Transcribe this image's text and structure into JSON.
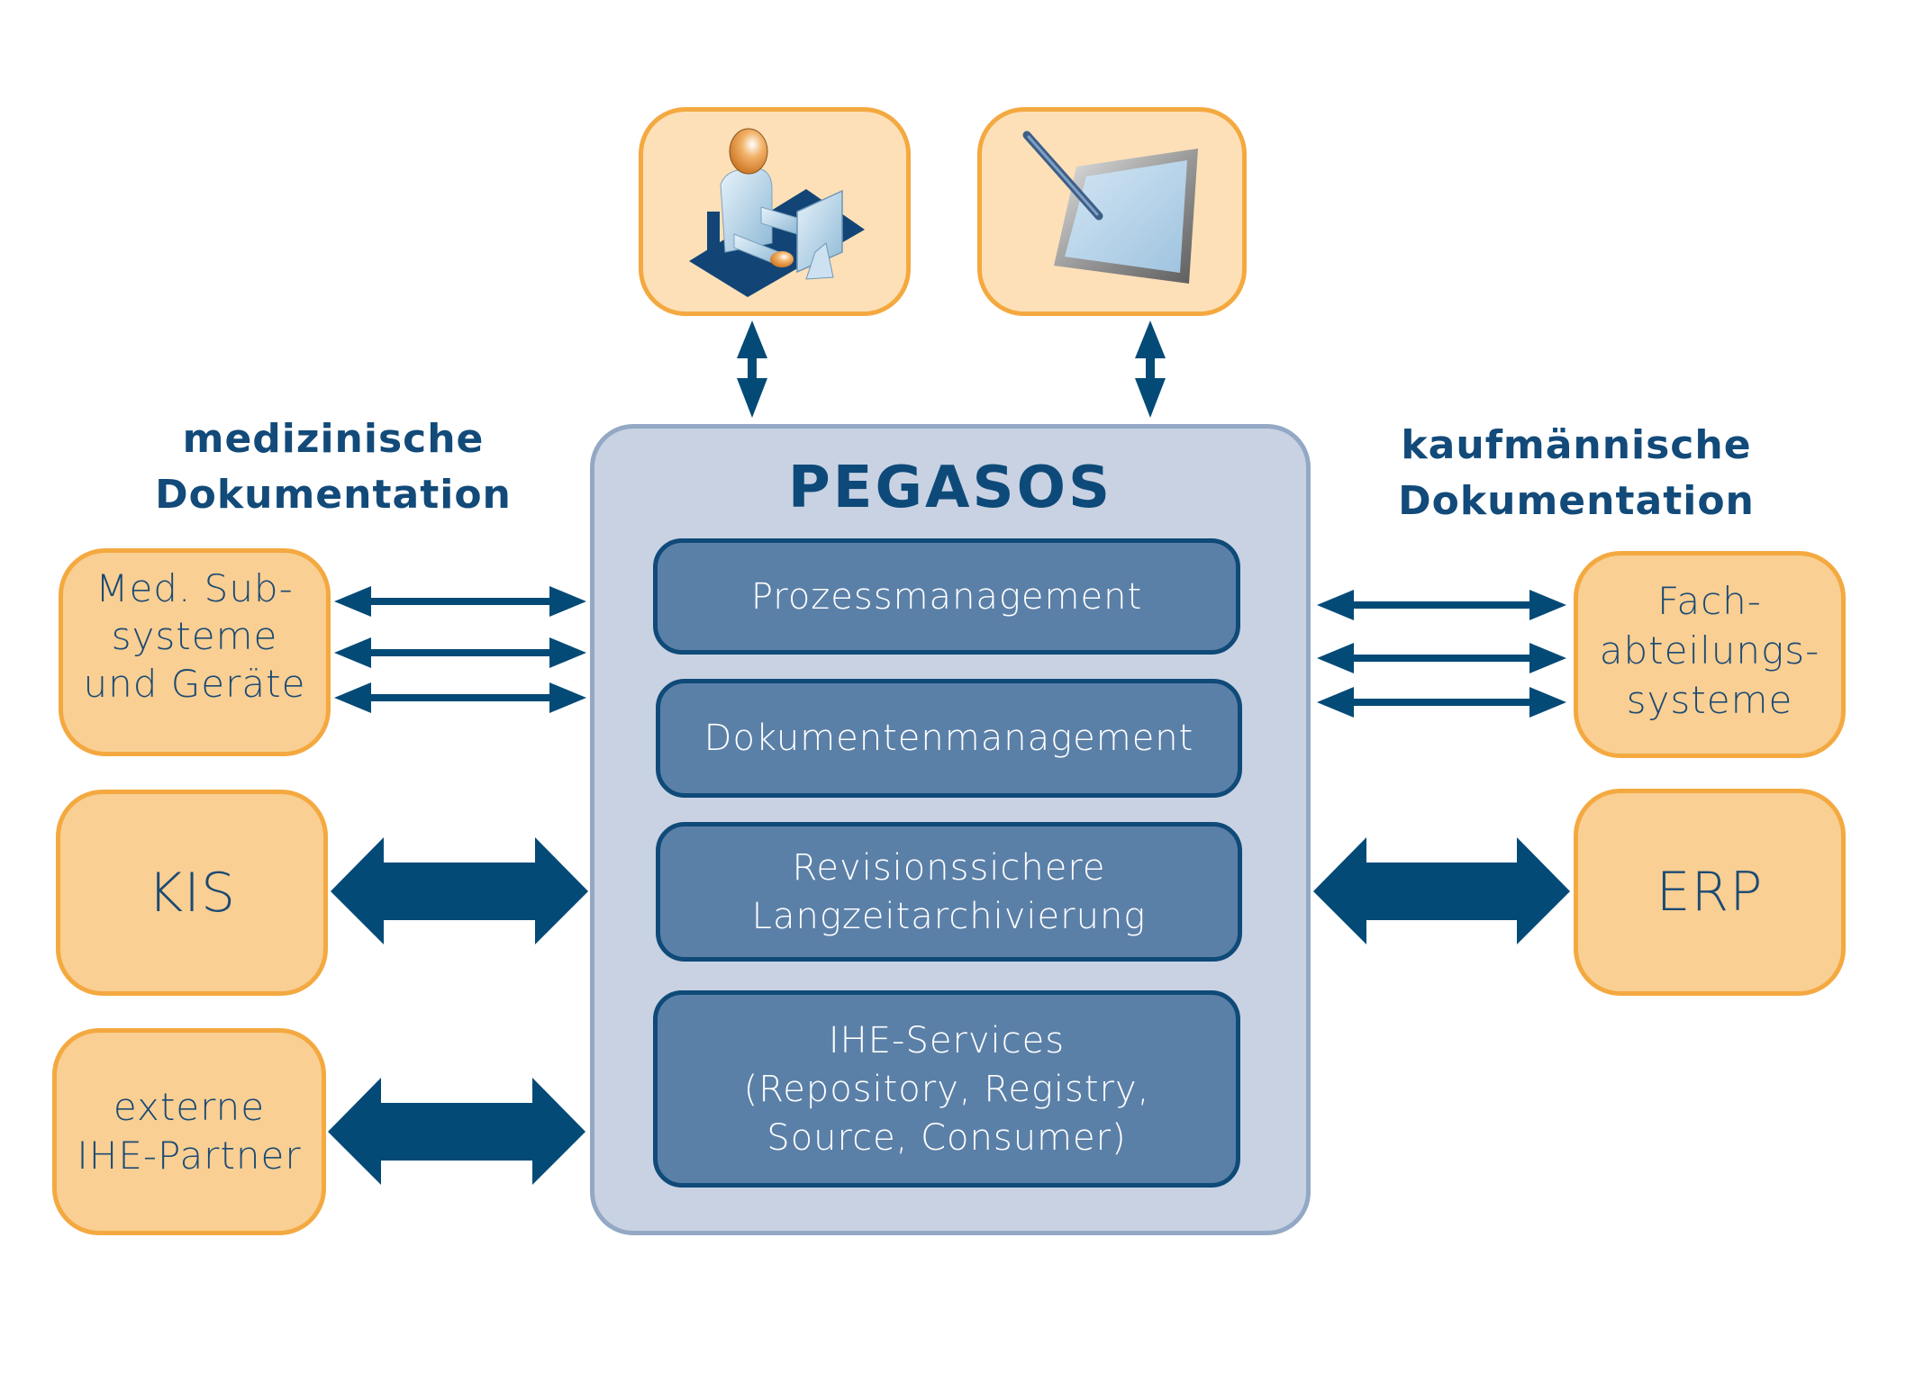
{
  "title": "PEGASOS",
  "headings": {
    "left": [
      "medizinische",
      "Dokumentation"
    ],
    "right": [
      "kaufmännische",
      "Dokumentation"
    ]
  },
  "top_boxes": [
    {
      "icon": "user-at-computer-icon"
    },
    {
      "icon": "tablet-with-stylus-icon"
    }
  ],
  "modules": [
    {
      "lines": [
        "Prozessmanagement"
      ]
    },
    {
      "lines": [
        "Dokumentenmanagement"
      ]
    },
    {
      "lines": [
        "Revisionssichere",
        "Langzeitarchivierung"
      ]
    },
    {
      "lines": [
        "IHE-Services",
        "(Repository, Registry,",
        "Source, Consumer)"
      ]
    }
  ],
  "left_systems": [
    {
      "lines": [
        "Med. Sub-",
        "systeme",
        "und Geräte"
      ],
      "connection": "three-thin-arrows"
    },
    {
      "lines": [
        "KIS"
      ],
      "connection": "thick-arrow"
    },
    {
      "lines": [
        "externe",
        "IHE-Partner"
      ],
      "connection": "thick-arrow"
    }
  ],
  "right_systems": [
    {
      "lines": [
        "Fach-",
        "abteilungs-",
        "systeme"
      ],
      "connection": "three-thin-arrows"
    },
    {
      "lines": [
        "ERP"
      ],
      "connection": "thick-arrow"
    }
  ],
  "colors": {
    "system_fill": "#f9cf93",
    "system_border": "#f4a940",
    "top_fill": "#fde0b8",
    "central_fill": "#c8d2e2",
    "central_border": "#93a8c4",
    "module_fill": "#5b80a8",
    "module_border": "#0f4a78",
    "arrow": "#034a77",
    "text_dark": "#124a79"
  }
}
